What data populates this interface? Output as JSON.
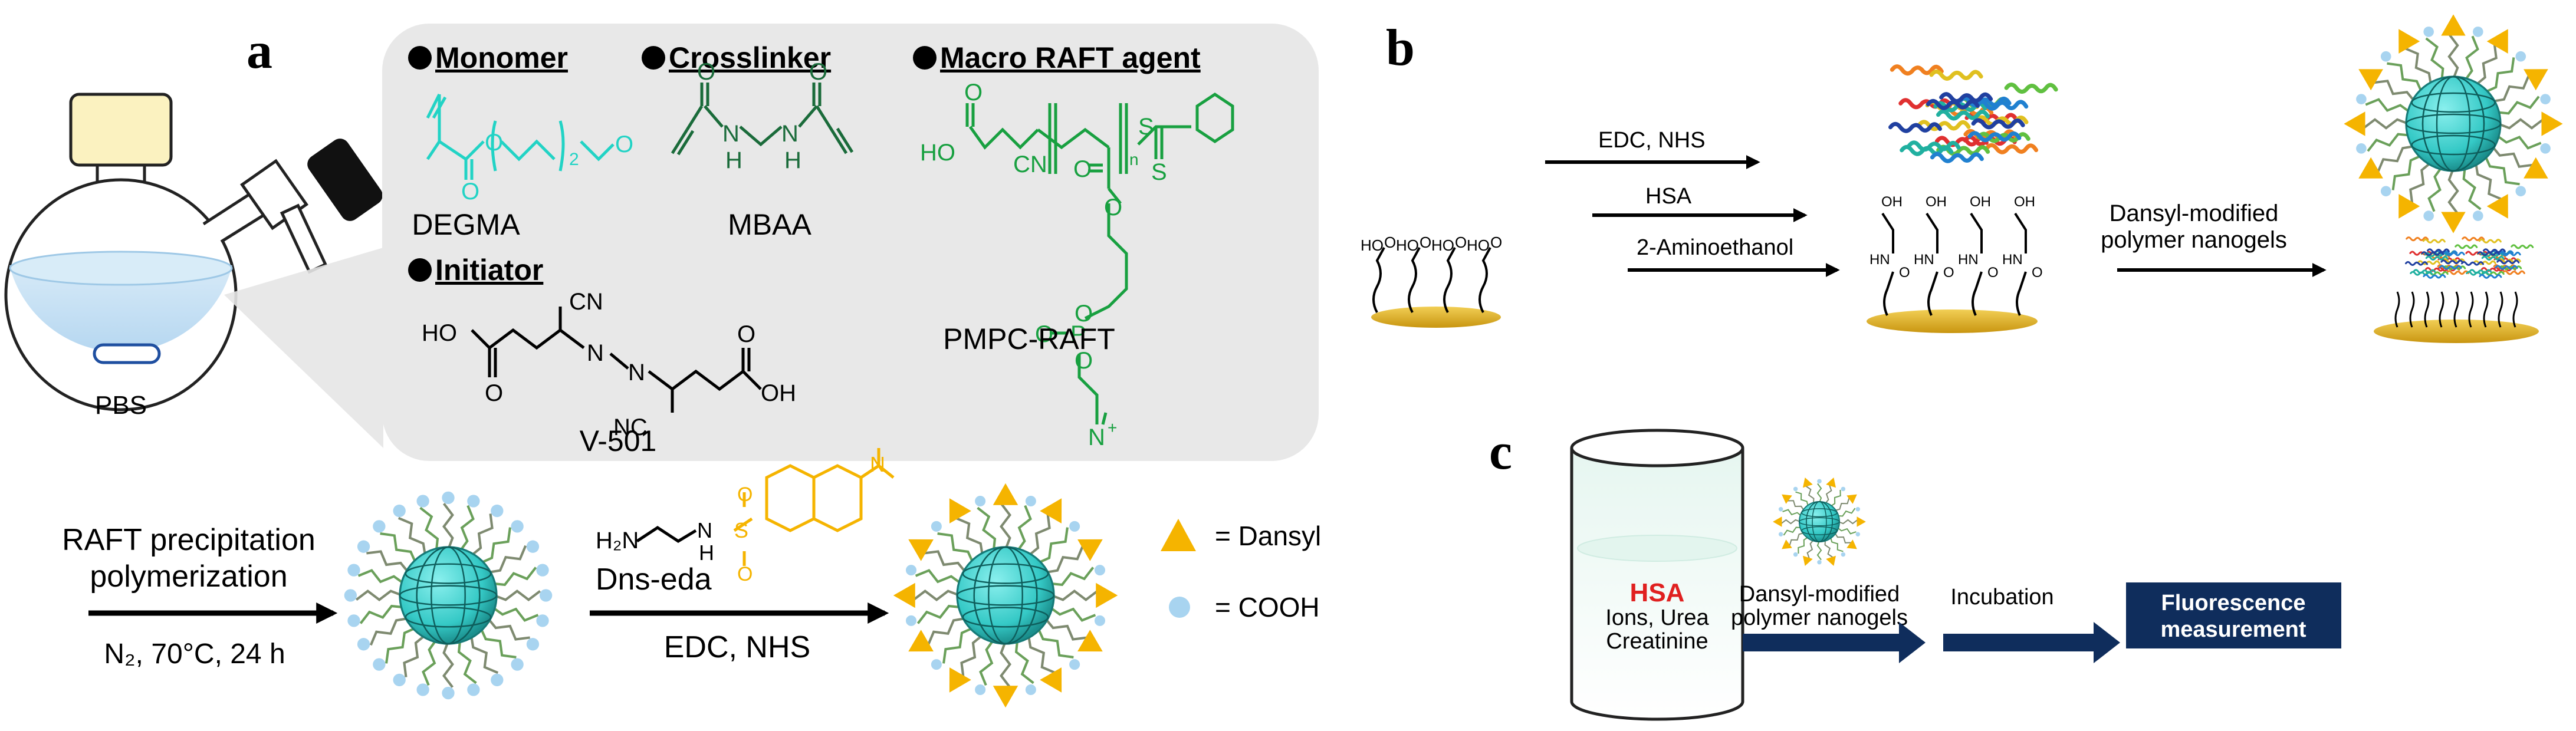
{
  "panel_a": {
    "letter": "a",
    "flask_label": "PBS",
    "headings": {
      "monomer": "Monomer",
      "crosslinker": "Crosslinker",
      "macro_raft": "Macro RAFT agent",
      "initiator": "Initiator"
    },
    "compounds": {
      "monomer": "DEGMA",
      "crosslinker": "MBAA",
      "macro_raft": "PMPC-RAFT",
      "initiator": "V-501"
    },
    "atoms": {
      "O": "O",
      "N": "N",
      "H": "H",
      "S": "S",
      "P": "P",
      "HO": "HO",
      "OH": "OH",
      "CN": "CN",
      "NC": "NC",
      "H2N": "H₂N",
      "sub2": "2",
      "subn": "n",
      "plus": "+"
    },
    "steps": {
      "step1_line1": "RAFT precipitation",
      "step1_line2": "polymerization",
      "step1_cond": "N₂, 70°C, 24 h",
      "step2_reagent": "Dns-eda",
      "step2_cond": "EDC, NHS"
    },
    "legend": {
      "dansyl": "= Dansyl",
      "cooh": "= COOH"
    }
  },
  "panel_b": {
    "letter": "b",
    "step1": "EDC, NHS",
    "step2": "HSA",
    "step3": "2-Aminoethanol",
    "step4_line1": "Dansyl-modified",
    "step4_line2": "polymer  nanogels"
  },
  "panel_c": {
    "letter": "c",
    "hsa": "HSA",
    "ions": "Ions, Urea",
    "creatinine": "Creatinine",
    "nano_line1": "Dansyl-modified",
    "nano_line2": "polymer nanogels",
    "incubation": "Incubation",
    "result_line1": "Fluorescence",
    "result_line2": "measurement"
  },
  "colors": {
    "teal_chem": "#22d3c5",
    "green_chem": "#18a040",
    "dansyl_orange": "#f5b400",
    "cooh_blue": "#a8d4f0",
    "nanogel_teal": "#3fd3d0",
    "navy": "#0f2d5c",
    "gold_surface": "#e0b020",
    "hsa_red": "#e02020"
  }
}
